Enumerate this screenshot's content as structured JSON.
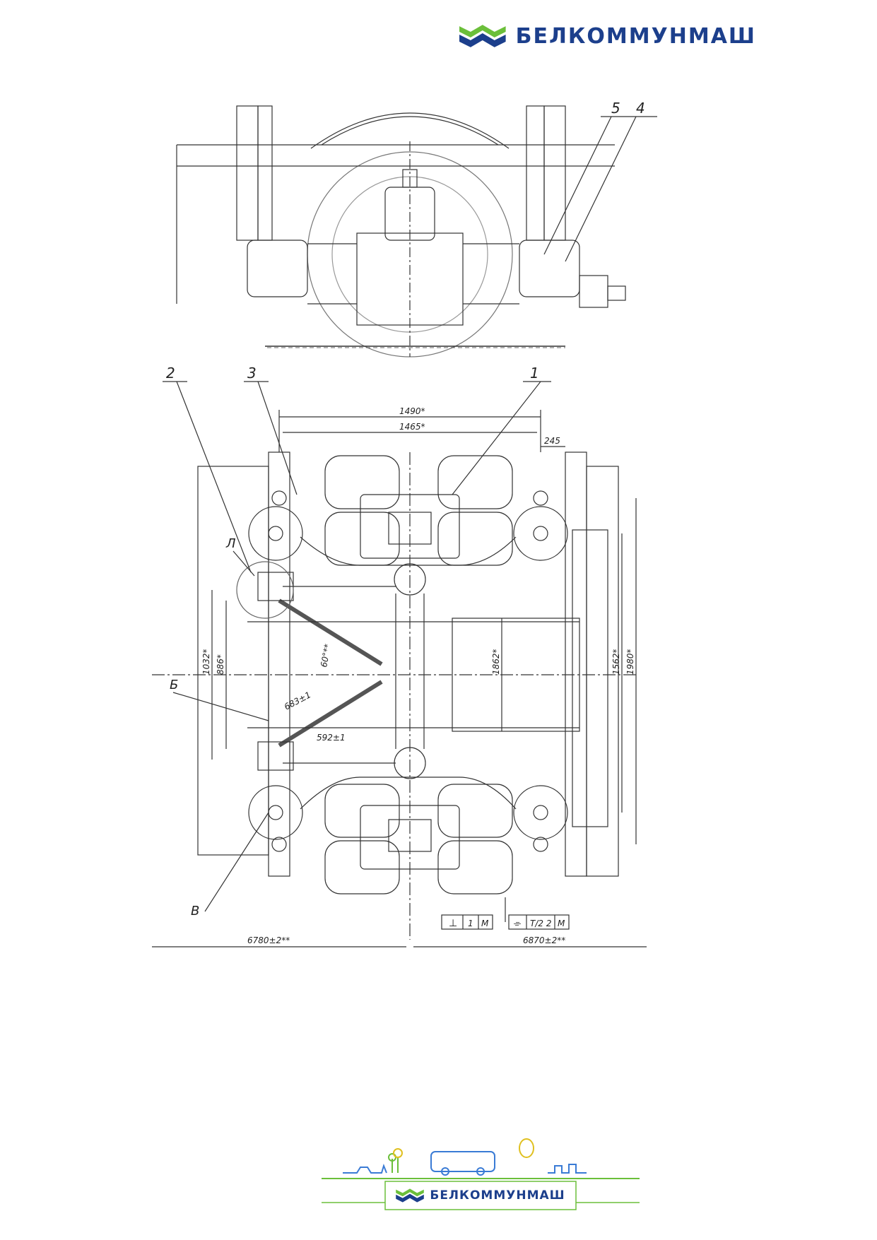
{
  "brand": {
    "name": "БЕЛКОММУНМАШ",
    "primary_color": "#1c3f8c",
    "accent_color": "#6bbf3a"
  },
  "callouts": {
    "c1": "1",
    "c2": "2",
    "c3": "3",
    "c4": "4",
    "c5": "5",
    "cL": "Л",
    "cB": "Б",
    "cV": "В"
  },
  "dimensions": {
    "d1490": "1490*",
    "d1465": "1465*",
    "d245": "245",
    "d1862": "1862*",
    "d1562": "1562*",
    "d1980": "1980*",
    "d1032": "1032*",
    "d886": "886*",
    "d60": "60°**",
    "d683": "683±1",
    "d592": "592±1",
    "d6780": "6780±2**",
    "d6870": "6870±2**"
  },
  "tolerances": {
    "t1": {
      "symbol": "⊥",
      "value": "1",
      "datum": "М"
    },
    "t2": {
      "symbol": "⌯",
      "value": "T/2 2",
      "datum": "М"
    }
  }
}
